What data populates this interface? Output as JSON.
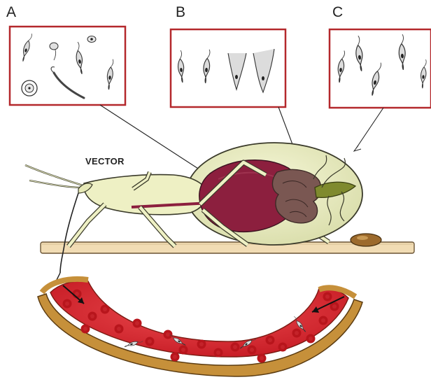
{
  "panels": [
    {
      "letter": "A"
    },
    {
      "letter": "B"
    },
    {
      "letter": "C"
    }
  ],
  "vector_label": "VECTOR",
  "colors": {
    "panel_border": "#b4282c",
    "insect_body": "#eef0c4",
    "insect_outline": "#3a3a2a",
    "gut_red": "#8c1f3e",
    "gut_brown": "#7a5752",
    "hindgut_olive": "#7f8a2e",
    "ground": "#f1dcb4",
    "vessel_wall": "#c6903a",
    "blood": "#d6252f",
    "red_cell": "#b8151c"
  },
  "icons": [
    "trypanosome-icon",
    "amastigote-icon",
    "feces-drop-icon",
    "proboscis-arrow-icon"
  ]
}
